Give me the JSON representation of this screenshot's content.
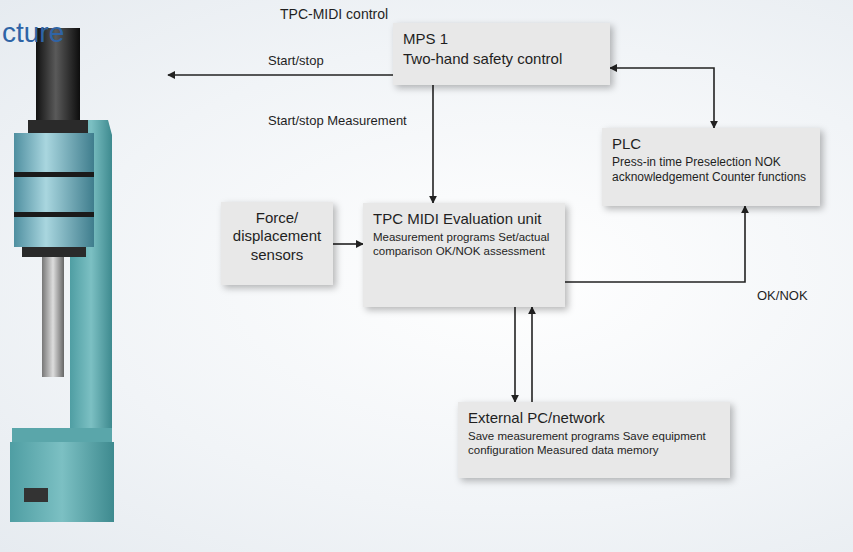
{
  "diagram": {
    "nodes": [
      {
        "text": [
          "MPS 1",
          "Two-hand safety control"
        ]
      },
      {
        "text": [
          "PLC",
          "Press-in time Preselection NOK acknowledgement Counter functions"
        ]
      },
      {
        "text": [
          "Force/ displacement sensors"
        ]
      },
      {
        "text": [
          "TPC MIDI Evaluation unit",
          "Measurement programs Set/actual comparison OK/NOK assessment"
        ]
      },
      {
        "text": [
          "External PC/network",
          "Save measurement programs Save equipment configuration Measured data memory"
        ]
      }
    ],
    "edges": [
      {
        "from": 0,
        "to": 3,
        "label": "Start/stop Measurement",
        "arrow": "to"
      },
      {
        "from": 0,
        "to": 1,
        "arrow": "both"
      },
      {
        "from": 2,
        "to": 3,
        "arrow": "to"
      },
      {
        "from": 3,
        "to": 1,
        "label": "OK/NOK",
        "arrow": "to"
      },
      {
        "from": 3,
        "to": 4,
        "arrow": "to"
      },
      {
        "from": 4,
        "to": 3,
        "arrow": "to"
      }
    ],
    "labels": [
      "cture",
      "TPC-MIDI control",
      "Start/stop"
    ]
  }
}
